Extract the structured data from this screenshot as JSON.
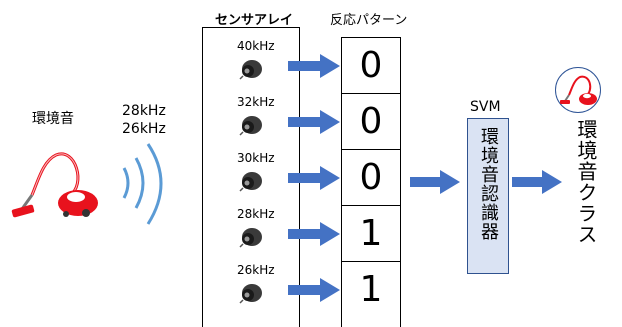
{
  "labels": {
    "sensor_array_title": "センサアレイ",
    "pattern_title": "反応パターン",
    "ambient_sound": "環境音",
    "freq_line1": "28kHz",
    "freq_line2": "26kHz",
    "svm_title": "SVM",
    "recognizer": "環境音認識器",
    "output_class": "環境音クラス"
  },
  "sensors": [
    {
      "freq": "40kHz"
    },
    {
      "freq": "32kHz"
    },
    {
      "freq": "30kHz"
    },
    {
      "freq": "28kHz"
    },
    {
      "freq": "26kHz"
    }
  ],
  "pattern": [
    "0",
    "0",
    "0",
    "1",
    "1"
  ],
  "colors": {
    "arrow": "#4472c4",
    "wave": "#5b9bd5",
    "svm_fill": "#dae3f3",
    "svm_border": "#2f528f",
    "vacuum_red": "#e8121d"
  },
  "icons": [
    "vacuum-cleaner-icon",
    "ultrasonic-sensor-icon",
    "sound-wave-icon",
    "arrow-icon"
  ]
}
